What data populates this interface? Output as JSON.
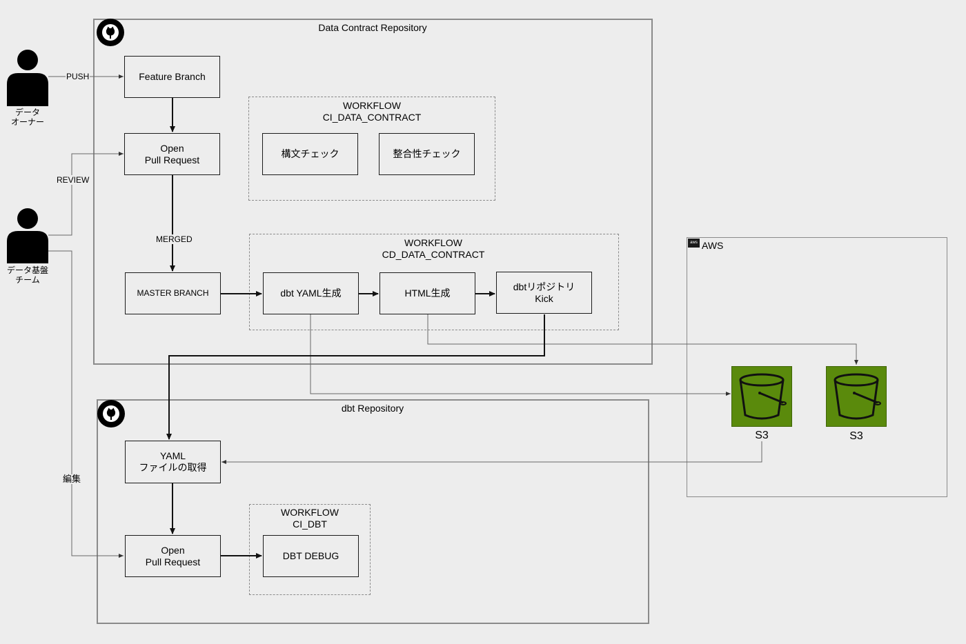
{
  "actors": {
    "data_owner": "データ\nオーナー",
    "data_platform_team": "データ基盤\nチーム"
  },
  "containers": {
    "data_contract_repo": "Data Contract Repository",
    "dbt_repo": "dbt Repository",
    "aws": "AWS"
  },
  "workflows": {
    "ci_data_contract": "WORKFLOW\nCI_DATA_CONTRACT",
    "cd_data_contract": "WORKFLOW\nCD_DATA_CONTRACT",
    "ci_dbt": "WORKFLOW\nCI_DBT"
  },
  "nodes": {
    "feature_branch": "Feature Branch",
    "open_pr_1": "Open\nPull Request",
    "master_branch": "MASTER BRANCH",
    "syntax_check": "構文チェック",
    "consistency_check": "整合性チェック",
    "dbt_yaml": "dbt YAML生成",
    "html_gen": "HTML生成",
    "dbt_repo_kick": "dbtリポジトリ\nKick",
    "yaml_fetch": "YAML\nファイルの取得",
    "open_pr_2": "Open\nPull Request",
    "dbt_debug": "DBT DEBUG",
    "s3_1": "S3",
    "s3_2": "S3"
  },
  "edge_labels": {
    "push": "PUSH",
    "review": "REVIEW",
    "merged": "MERGED",
    "edit": "編集"
  },
  "icons": {
    "repo_icon": "github-icon",
    "bucket_icon": "s3-bucket-icon",
    "person_icon": "person-icon",
    "aws_icon": "aws-icon"
  },
  "colors": {
    "s3_fill": "#5a8a0c",
    "background": "#ededed",
    "container_border": "#8a8a8a"
  }
}
